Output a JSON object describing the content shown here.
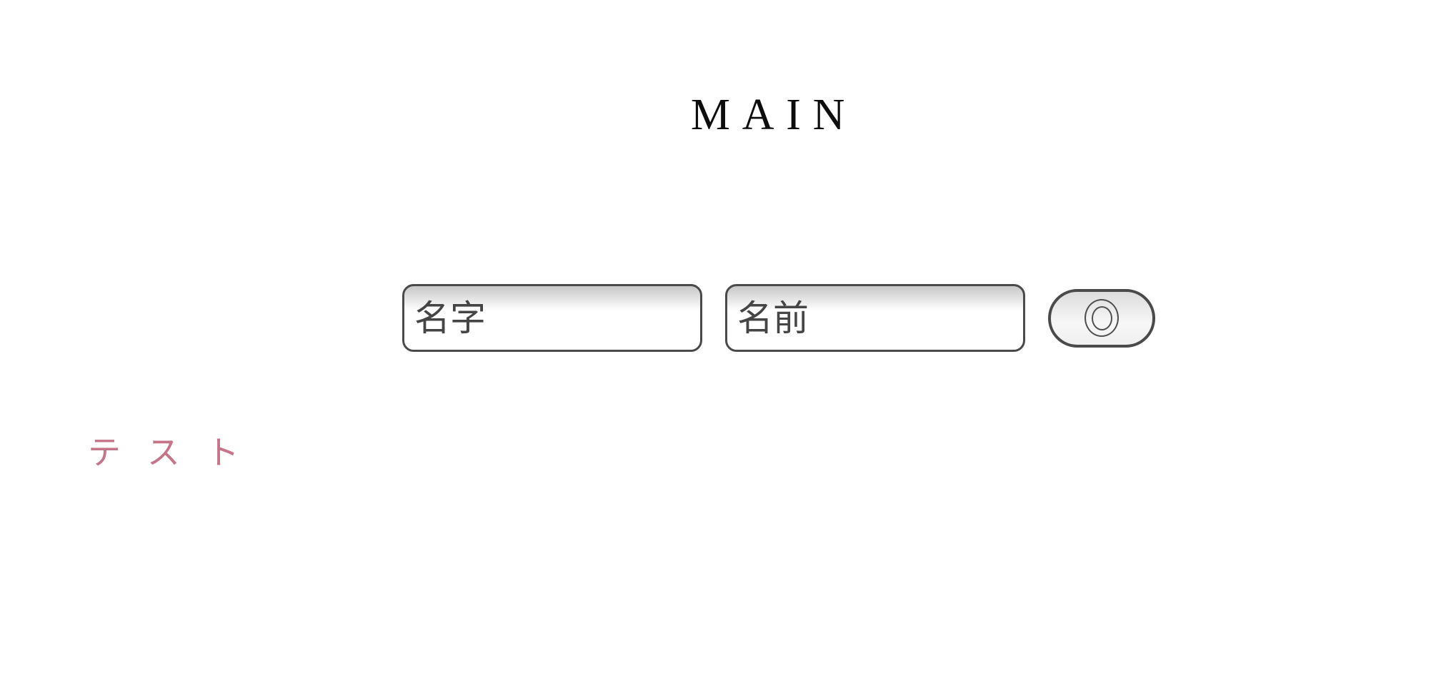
{
  "page": {
    "title": "MAIN",
    "background_color": "#ffffff"
  },
  "form": {
    "last_name_input": {
      "value": "",
      "placeholder": "名字"
    },
    "first_name_input": {
      "value": "",
      "placeholder": "名前"
    },
    "submit_button": {
      "icon": "bullseye-icon",
      "glyph": "◎"
    }
  },
  "links": {
    "test_link": {
      "label": "テスト",
      "color": "#c5758a"
    }
  },
  "colors": {
    "input_border": "#4a4a4a",
    "input_gradient_top": "#c7c7c7",
    "title_text": "#0d0d0d",
    "placeholder_text": "#454545",
    "accent_pink": "#c5758a"
  }
}
